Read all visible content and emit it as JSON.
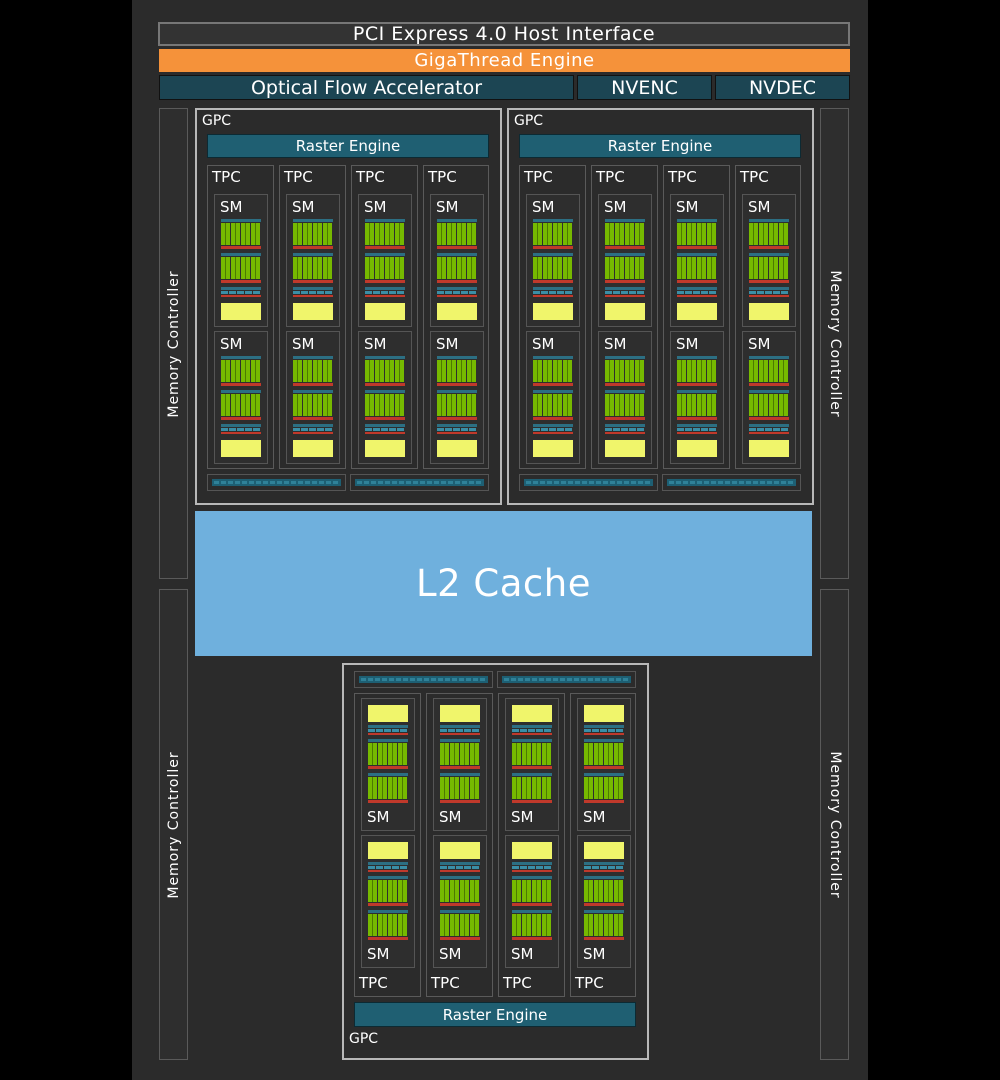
{
  "header": {
    "host_interface": "PCI Express 4.0 Host Interface",
    "gigathread": "GigaThread Engine",
    "optical_flow": "Optical Flow Accelerator",
    "nvenc": "NVENC",
    "nvdec": "NVDEC"
  },
  "memory_controller_label": "Memory Controller",
  "l2_label": "L2 Cache",
  "gpc_label": "GPC",
  "raster_label": "Raster Engine",
  "tpc_label": "TPC",
  "sm_label": "SM",
  "colors": {
    "die": "#2b2b2b",
    "gigathread": "#f5923a",
    "accelerator": "#1c4553",
    "raster_engine": "#1f5f72",
    "l2_cache": "#6fb0dd",
    "cuda_cores": "#76b900",
    "sm_cache": "#f0f56b"
  }
}
